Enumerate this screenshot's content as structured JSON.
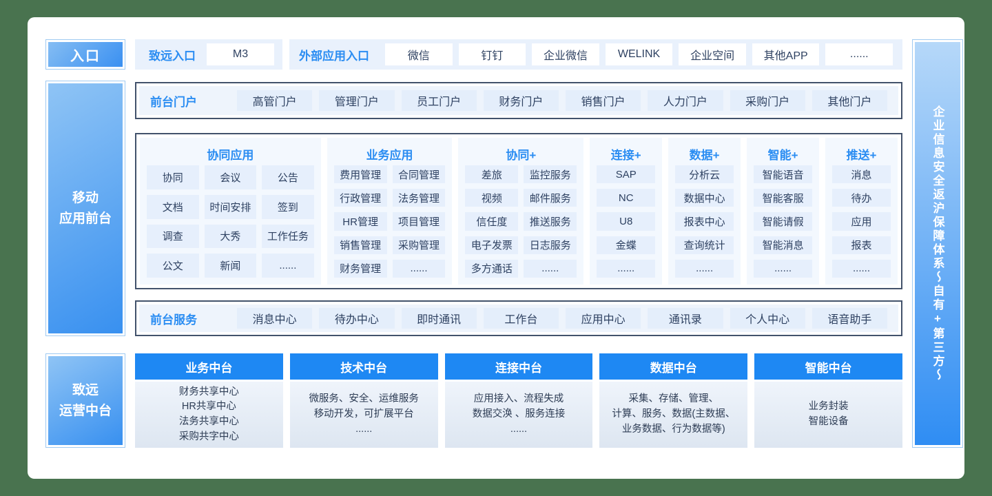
{
  "colors": {
    "background_green": "#49734f",
    "accent_blue": "#2b8df2",
    "platform_header_blue": "#1e88f3",
    "dark_border": "#42526b",
    "panel_light_blue": "#e9f1fc",
    "chip_light_blue": "#e6effc"
  },
  "left_rail": {
    "entry": "入口",
    "mobile_front": "移动\n应用前台",
    "ops_middle": "致远\n运营中台"
  },
  "entry_row": {
    "zhiyuan_label": "致远入口",
    "zhiyuan_items": [
      "M3"
    ],
    "external_label": "外部应用入口",
    "external_items": [
      "微信",
      "钉钉",
      "企业微信",
      "WELINK",
      "企业空间",
      "其他APP",
      "......"
    ]
  },
  "front_portal": {
    "label": "前台门户",
    "items": [
      "高管门户",
      "管理门户",
      "员工门户",
      "财务门户",
      "销售门户",
      "人力门户",
      "采购门户",
      "其他门户"
    ]
  },
  "matrix": {
    "columns": [
      {
        "title": "协同应用",
        "items": [
          "协同",
          "会议",
          "公告",
          "文档",
          "时间安排",
          "签到",
          "调查",
          "大秀",
          "工作任务",
          "公文",
          "新闻",
          "......"
        ]
      },
      {
        "title": "业务应用",
        "items": [
          "费用管理",
          "合同管理",
          "行政管理",
          "法务管理",
          "HR管理",
          "项目管理",
          "销售管理",
          "采购管理",
          "财务管理",
          "......"
        ]
      },
      {
        "title": "协同+",
        "items": [
          "差旅",
          "监控服务",
          "视频",
          "邮件服务",
          "信任度",
          "推送服务",
          "电子发票",
          "日志服务",
          "多方通话",
          "......"
        ]
      },
      {
        "title": "连接+",
        "items": [
          "SAP",
          "NC",
          "U8",
          "金蝶",
          "......"
        ]
      },
      {
        "title": "数据+",
        "items": [
          "分析云",
          "数据中心",
          "报表中心",
          "查询统计",
          "......"
        ]
      },
      {
        "title": "智能+",
        "items": [
          "智能语音",
          "智能客服",
          "智能请假",
          "智能消息",
          "......"
        ]
      },
      {
        "title": "推送+",
        "items": [
          "消息",
          "待办",
          "应用",
          "报表",
          "......"
        ]
      }
    ]
  },
  "front_service": {
    "label": "前台服务",
    "items": [
      "消息中心",
      "待办中心",
      "即时通讯",
      "工作台",
      "应用中心",
      "通讯录",
      "个人中心",
      "语音助手"
    ]
  },
  "platforms": [
    {
      "title": "业务中台",
      "lines": [
        "财务共享中心",
        "HR共享中心",
        "法务共享中心",
        "采购共字中心"
      ]
    },
    {
      "title": "技术中台",
      "lines": [
        "微服务、安全、运维服务",
        "移动开发，可扩展平台",
        "......"
      ]
    },
    {
      "title": "连接中台",
      "lines": [
        "应用接入、流程失成",
        "数据交涣 、服务连接",
        "......"
      ]
    },
    {
      "title": "数据中台",
      "lines": [
        "采集、存储、管理、",
        "计算、服务、数据(主数据、",
        "业务数据、行为数据等)"
      ]
    },
    {
      "title": "智能中台",
      "lines": [
        "业务封装",
        "智能设备"
      ]
    }
  ],
  "right_rail": {
    "text": "企业信息安全返沪保障体系～自有+第三方～"
  }
}
